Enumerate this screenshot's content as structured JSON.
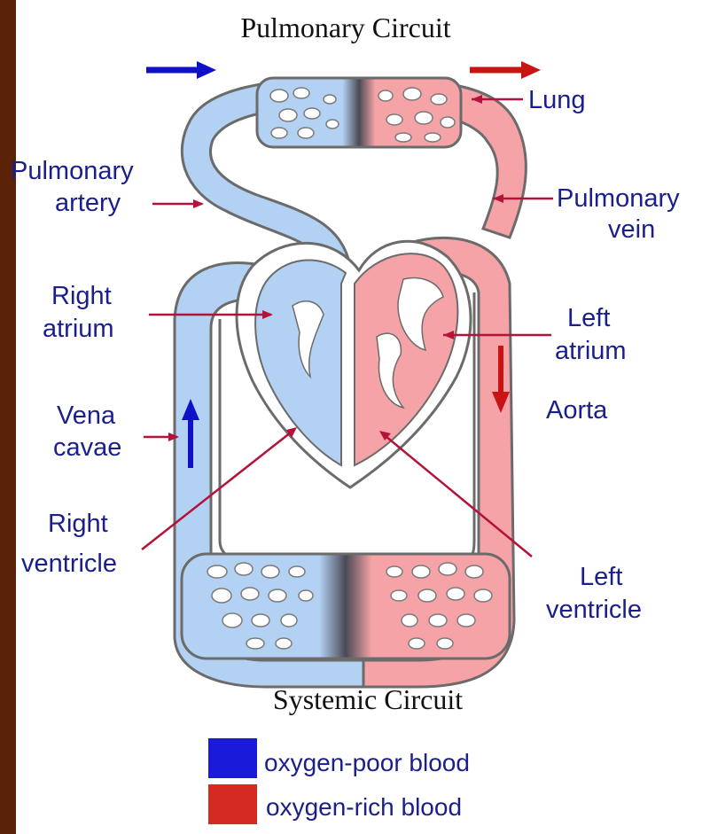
{
  "titles": {
    "pulmonary": "Pulmonary Circuit",
    "systemic": "Systemic Circuit"
  },
  "labels": {
    "lung": "Lung",
    "pulmonary_artery": [
      "Pulmonary",
      "artery"
    ],
    "pulmonary_vein": [
      "Pulmonary",
      "vein"
    ],
    "right_atrium": [
      "Right",
      "atrium"
    ],
    "left_atrium": [
      "Left",
      "atrium"
    ],
    "vena_cavae": [
      "Vena",
      "cavae"
    ],
    "aorta": "Aorta",
    "right_ventricle": [
      "Right",
      "ventricle"
    ],
    "left_ventricle": [
      "Left",
      "ventricle"
    ]
  },
  "legend": [
    {
      "label": "oxygen-poor blood",
      "color": "#1a1adb"
    },
    {
      "label": "oxygen-rich blood",
      "color": "#d42a22"
    }
  ],
  "colors": {
    "oxygen_poor_fill": "#b3d1f2",
    "oxygen_rich_fill": "#f5a3a6",
    "blue_arrow": "#1010c8",
    "red_arrow": "#c81414",
    "label_text": "#1a1f8c",
    "leader_line": "#b3123a",
    "side_bar": "#5a2208"
  }
}
